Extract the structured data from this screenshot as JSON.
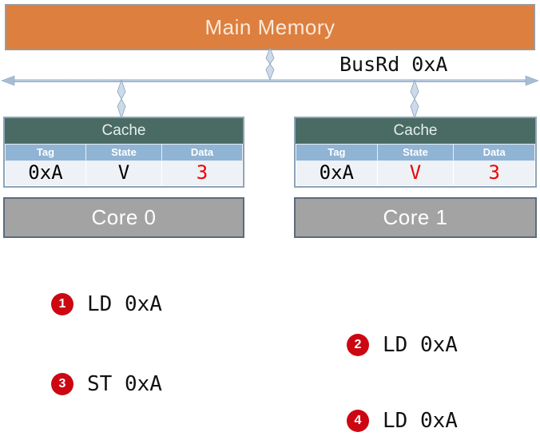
{
  "memory": {
    "label": "Main Memory",
    "color": "#dd7f3f"
  },
  "bus": {
    "label": "BusRd 0xA",
    "arrow_color": "#a8bdd4",
    "connector_icon": "double-headed-vertical-arrow-icon"
  },
  "nodes": [
    {
      "cache_title": "Cache",
      "columns": [
        "Tag",
        "State",
        "Data"
      ],
      "row": {
        "tag": "0xA",
        "state": "V",
        "data": "3",
        "tag_color": "#000000",
        "state_color": "#000000",
        "data_color": "#ee0000"
      },
      "core_label": "Core 0"
    },
    {
      "cache_title": "Cache",
      "columns": [
        "Tag",
        "State",
        "Data"
      ],
      "row": {
        "tag": "0xA",
        "state": "V",
        "data": "3",
        "tag_color": "#000000",
        "state_color": "#ee0000",
        "data_color": "#ee0000"
      },
      "core_label": "Core 1"
    }
  ],
  "steps": [
    {
      "number": "1",
      "text": "LD 0xA"
    },
    {
      "number": "2",
      "text": "LD 0xA"
    },
    {
      "number": "3",
      "text": "ST 0xA"
    },
    {
      "number": "4",
      "text": "LD 0xA"
    }
  ],
  "colors": {
    "badge": "#cc0712",
    "cache_header": "#4a6b63",
    "column_header": "#8fb4d4",
    "core": "#a3a3a3",
    "highlight": "#ee0000"
  }
}
